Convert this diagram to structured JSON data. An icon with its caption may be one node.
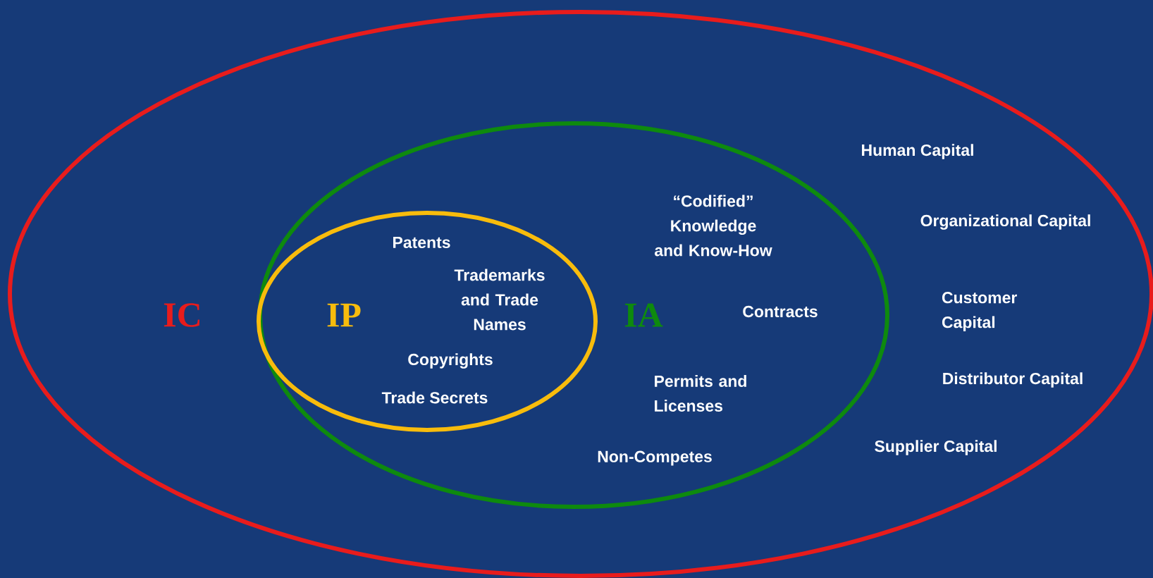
{
  "diagram": {
    "nodes": [
      {
        "text": [
          "Human Capital",
          "Organizational Capital",
          "IC",
          "Customer Capital",
          "Distributor Capital",
          "Supplier Capital"
        ]
      },
      {
        "text": [
          "“Codified” Knowledge and Know-How",
          "IA",
          "Contracts",
          "Permits and Licenses",
          "Non-Competes"
        ],
        "in": 0
      },
      {
        "text": [
          "Patents",
          "Trademarks and Trade Names",
          "IP",
          "Copyrights",
          "Trade Secrets"
        ],
        "in": 1
      }
    ]
  }
}
